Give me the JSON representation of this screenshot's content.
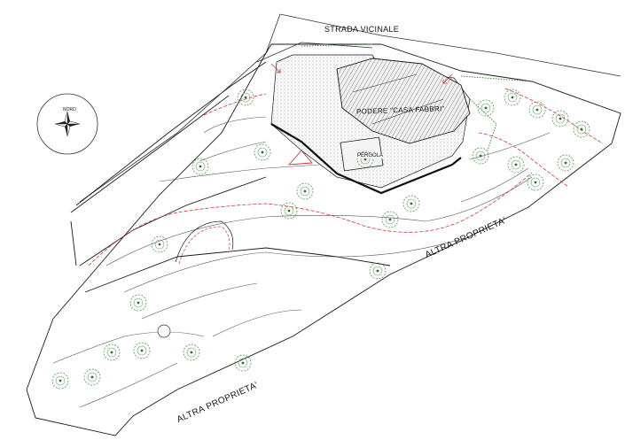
{
  "road_label": "STRADA VICINALE",
  "building_label": "PODERE \"CASA FABBRI\"",
  "pergola_label": "PERGOLA",
  "neighbor_label_east": "ALTRA PROPRIETA'",
  "neighbor_label_south": "ALTRA PROPRIETA'",
  "compass_label": "NORD",
  "colors": {
    "lines": "#1a1a1a",
    "contour": "#e03030",
    "trees": "#3a8a3a",
    "hatch": "#c8c8c8"
  }
}
